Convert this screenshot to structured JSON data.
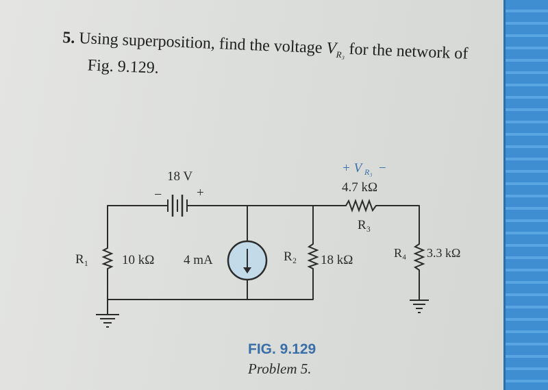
{
  "problem": {
    "number": "5.",
    "text_part1": "Using superposition, find the voltage ",
    "var_symbol": "V",
    "var_subscript": "R₃",
    "text_part2": " for the network of",
    "text_line2": "Fig. 9.129."
  },
  "circuit": {
    "battery": {
      "label": "18 V",
      "minus": "−",
      "plus": "+"
    },
    "r1": {
      "name": "R₁",
      "value": "10 kΩ"
    },
    "current_source": {
      "value": "4 mA"
    },
    "r2": {
      "name": "R₂",
      "value": "18 kΩ"
    },
    "r3": {
      "name": "R₃",
      "value": "4.7 kΩ",
      "voltage_label": "+ V",
      "voltage_sub": "R₃",
      "voltage_minus": "−"
    },
    "r4": {
      "name": "R₄",
      "value": "3.3 kΩ"
    }
  },
  "caption": {
    "figure": "FIG. 9.129",
    "problem": "Problem 5."
  },
  "colors": {
    "wire": "#2b2b2b",
    "accent": "#3a6ea8",
    "source_fill": "#c3dbe9"
  }
}
